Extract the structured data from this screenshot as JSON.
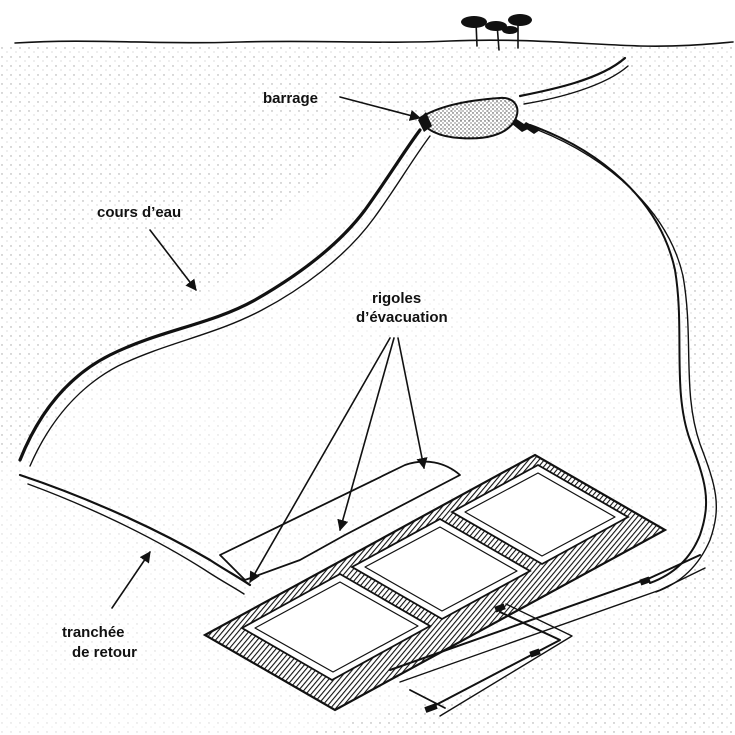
{
  "labels": {
    "barrage": "barrage",
    "stream": "cours d’eau",
    "drains_line1": "rigoles",
    "drains_line2": "d’évacuation",
    "return_line1": "tranchée",
    "return_line2": "de retour"
  },
  "colors": {
    "ink": "#111111",
    "paper": "#ffffff",
    "stipple": "#555555"
  }
}
